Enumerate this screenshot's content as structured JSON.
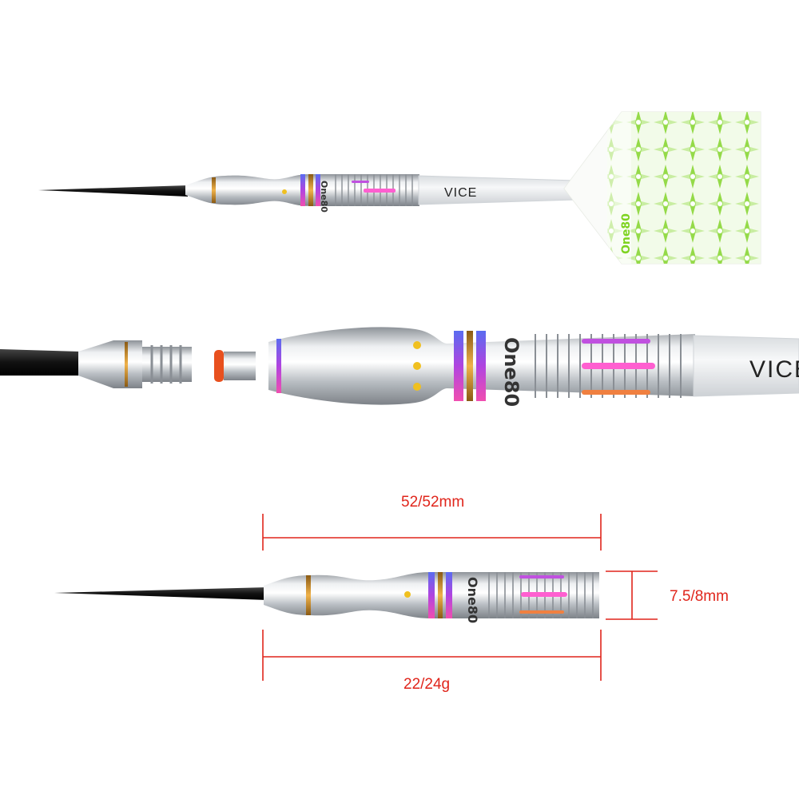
{
  "product": {
    "shaft_brand": "VICE",
    "barrel_brand": "One80",
    "flight_brand": "One80"
  },
  "dimensions": {
    "length_label": "52/52mm",
    "weight_label": "22/24g",
    "diameter_label": "7.5/8mm"
  },
  "colors": {
    "dimension_lines": "#e0251b",
    "flight_accent": "#7ed321",
    "barrel_steel": "#c8ccd0",
    "ring_purple": "#8e44d6",
    "ring_pink": "#e040c8",
    "ring_gold": "#c8962a",
    "slot_pink": "#ff5fd0",
    "o_ring": "#e8501e",
    "point_black": "#111111"
  }
}
